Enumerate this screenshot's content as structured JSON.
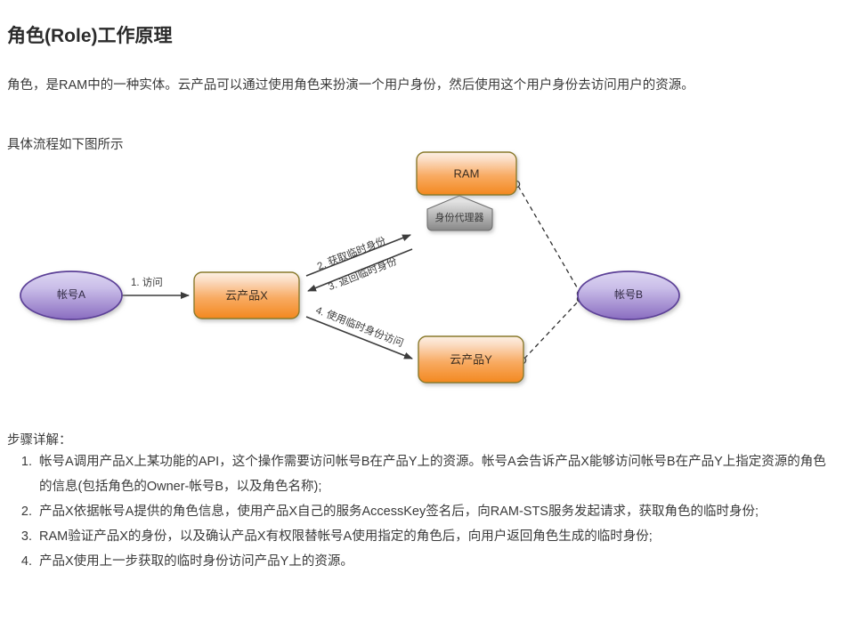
{
  "page": {
    "title": "角色(Role)工作原理",
    "intro": "角色，是RAM中的一种实体。云产品可以通过使用角色来扮演一个用户身份，然后使用这个用户身份去访问用户的资源。",
    "flow_note": "具体流程如下图所示",
    "steps_heading": "步骤详解："
  },
  "diagram": {
    "nodes": {
      "account_a": "帐号A",
      "account_b": "帐号B",
      "cloud_product_x": "云产品X",
      "cloud_product_y": "云产品Y",
      "ram": "RAM",
      "identity_agent": "身份代理器"
    },
    "edges": {
      "step1": "1. 访问",
      "step2": "2. 获取临时身份",
      "step3": "3. 返回临时身份",
      "step4": "4. 使用临时身份访问"
    },
    "colors": {
      "orange_top": "#fdece0",
      "orange_bottom": "#f58b2c",
      "orange_border": "#8a7a2c",
      "purple_top": "#d8d0ef",
      "purple_bottom": "#8e72c4",
      "purple_border": "#5b3f97",
      "gray_top": "#f1f1f1",
      "gray_bottom": "#8e8e8e",
      "gray_border": "#6f6f6f",
      "line": "#3c3c3c"
    }
  },
  "steps": [
    "帐号A调用产品X上某功能的API，这个操作需要访问帐号B在产品Y上的资源。帐号A会告诉产品X能够访问帐号B在产品Y上指定资源的角色的信息(包括角色的Owner-帐号B，以及角色名称);",
    "产品X依据帐号A提供的角色信息，使用产品X自己的服务AccessKey签名后，向RAM-STS服务发起请求，获取角色的临时身份;",
    "RAM验证产品X的身份，以及确认产品X有权限替帐号A使用指定的角色后，向用户返回角色生成的临时身份;",
    "产品X使用上一步获取的临时身份访问产品Y上的资源。"
  ]
}
